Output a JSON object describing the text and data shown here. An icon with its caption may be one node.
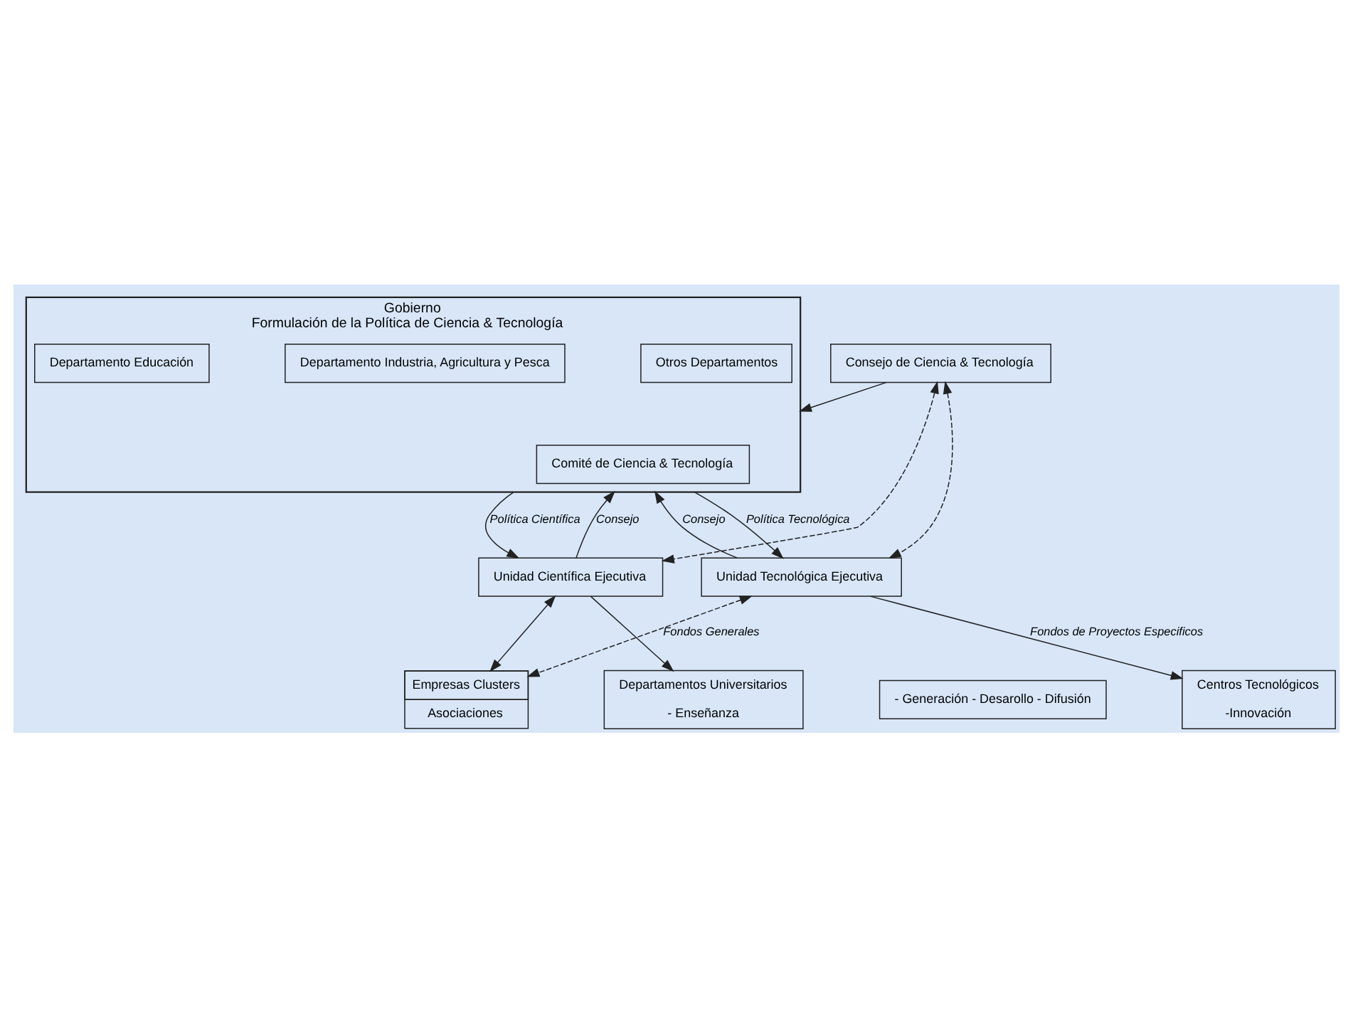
{
  "diagram": {
    "nodes": [
      {
        "text": [
          "Consejo de Ciencia & Tecnología"
        ]
      },
      {
        "text": [
          "Gobierno",
          "Formulación de la Política de Ciencia & Tecnología"
        ]
      },
      {
        "text": [
          "Departamento Educación"
        ],
        "in": 1
      },
      {
        "text": [
          "Departamento Industria, Agricultura y Pesca"
        ],
        "in": 1
      },
      {
        "text": [
          "Otros Departamentos"
        ],
        "in": 1
      },
      {
        "text": [
          "Comité de Ciencia & Tecnología"
        ],
        "in": 1
      },
      {
        "text": [
          "Unidad Científica Ejecutiva"
        ]
      },
      {
        "text": [
          "Unidad Tecnológica Ejecutiva"
        ]
      },
      {
        "text": [
          "Empresas Clusters",
          "Asociaciones"
        ]
      },
      {
        "text": [
          "Departamentos Universitarios",
          "- Enseñanza"
        ]
      },
      {
        "text": [
          "- Generación - Desarollo - Difusión"
        ]
      },
      {
        "text": [
          "Centros Tecnológicos",
          "-Innovación"
        ]
      }
    ],
    "edges": [
      {
        "from": 0,
        "to": 1,
        "arrow": "to"
      },
      {
        "from": 0,
        "to": 6,
        "arrow": "both",
        "style": "dashed"
      },
      {
        "from": 0,
        "to": 7,
        "arrow": "both",
        "style": "dashed"
      },
      {
        "from": 6,
        "to": 1,
        "arrow": "to",
        "label": "Consejo"
      },
      {
        "from": 1,
        "to": 6,
        "arrow": "to",
        "label": "Política Científica"
      },
      {
        "from": 7,
        "to": 1,
        "arrow": "to",
        "label": "Consejo"
      },
      {
        "from": 1,
        "to": 7,
        "arrow": "to",
        "label": "Política Tecnológica"
      },
      {
        "from": 8,
        "to": 6,
        "arrow": "both"
      },
      {
        "from": 8,
        "to": 7,
        "arrow": "both",
        "style": "dashed",
        "label": "Fondos Generales"
      },
      {
        "from": 6,
        "to": 9,
        "arrow": "to"
      },
      {
        "from": 7,
        "to": 11,
        "arrow": "to",
        "label": "Fondos de Proyectos Especificos"
      }
    ]
  }
}
